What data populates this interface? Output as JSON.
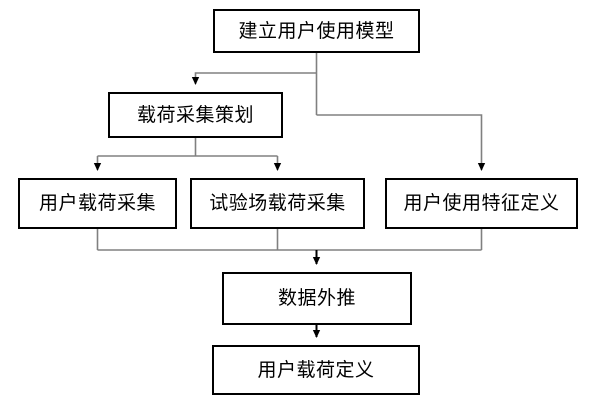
{
  "diagram": {
    "type": "flowchart",
    "title": "",
    "orientation": "top-down",
    "colors": {
      "box_border": "#000000",
      "box_fill": "#ffffff",
      "connector": "#808080",
      "arrowhead": "#000000",
      "text": "#000000",
      "background": "#ffffff"
    },
    "nodes": [
      {
        "id": "model",
        "label": "建立用户使用模型",
        "level": 1
      },
      {
        "id": "planning",
        "label": "载荷采集策划",
        "level": 2
      },
      {
        "id": "user_load",
        "label": "用户载荷采集",
        "level": 3
      },
      {
        "id": "proving",
        "label": "试验场载荷采集",
        "level": 3
      },
      {
        "id": "feature",
        "label": "用户使用特征定义",
        "level": 3
      },
      {
        "id": "extrap",
        "label": "数据外推",
        "level": 4
      },
      {
        "id": "definition",
        "label": "用户载荷定义",
        "level": 5
      }
    ],
    "edges": [
      {
        "from": "model",
        "to": "planning",
        "style": "orthogonal",
        "arrow": true
      },
      {
        "from": "model",
        "to": "feature",
        "style": "orthogonal",
        "arrow": true
      },
      {
        "from": "planning",
        "to": "user_load",
        "style": "orthogonal",
        "arrow": true
      },
      {
        "from": "planning",
        "to": "proving",
        "style": "orthogonal",
        "arrow": true
      },
      {
        "from": "user_load",
        "to": "extrap",
        "style": "orthogonal",
        "arrow": true
      },
      {
        "from": "proving",
        "to": "extrap",
        "style": "orthogonal",
        "arrow": true
      },
      {
        "from": "feature",
        "to": "extrap",
        "style": "orthogonal",
        "arrow": true
      },
      {
        "from": "extrap",
        "to": "definition",
        "style": "straight",
        "arrow": true
      }
    ]
  }
}
